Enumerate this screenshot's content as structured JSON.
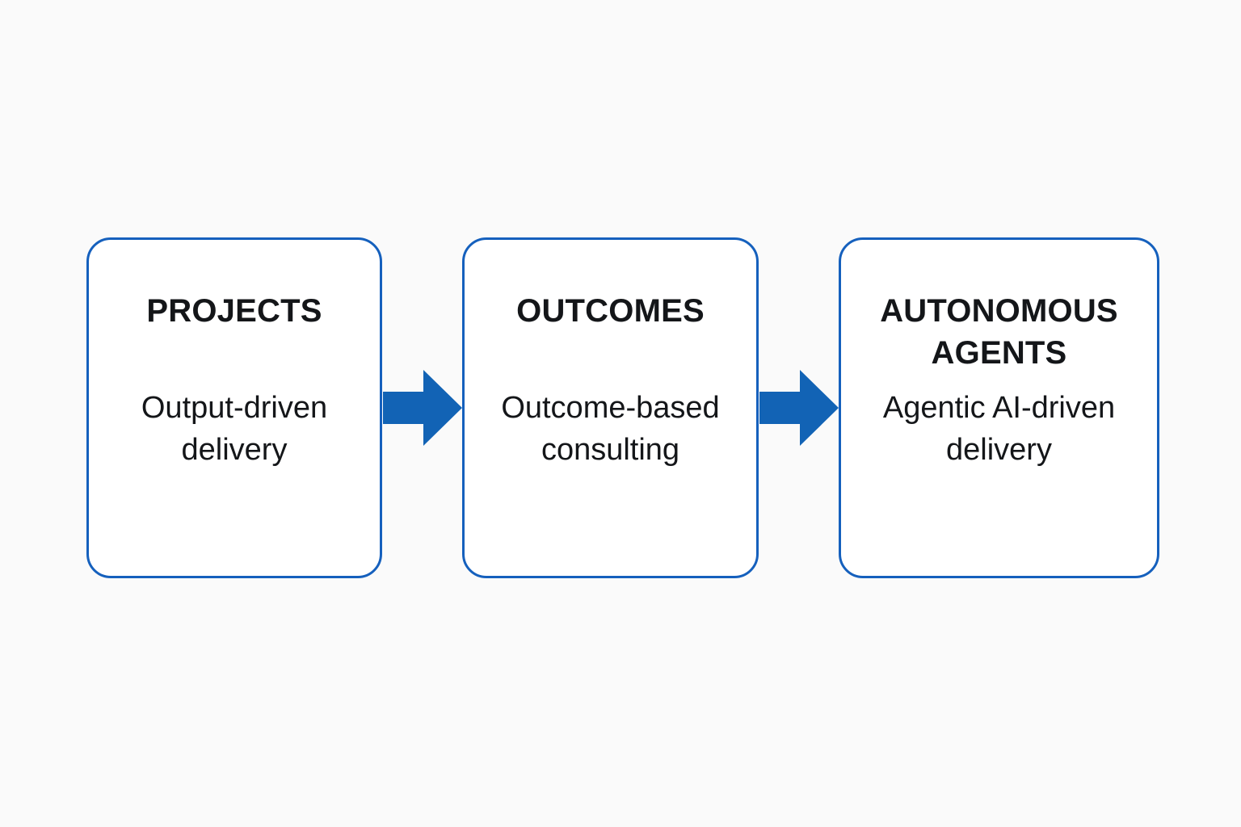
{
  "diagram": {
    "type": "left-to-right-flow",
    "background_color": "#fafafa",
    "accent_color": "#1263b5",
    "border_color": "#1560bd",
    "text_color": "#141619",
    "nodes": [
      {
        "id": "projects",
        "title": "PROJECTS",
        "description": "Output-driven delivery"
      },
      {
        "id": "outcomes",
        "title": "OUTCOMES",
        "description": "Outcome-based consulting"
      },
      {
        "id": "autonomous-agents",
        "title": "AUTONOMOUS AGENTS",
        "description": "Agentic AI-driven delivery"
      }
    ],
    "connectors": [
      {
        "id": "projects-to-outcomes",
        "icon": "right-arrow-icon",
        "direction": "right"
      },
      {
        "id": "outcomes-to-autonomous-agents",
        "icon": "right-arrow-icon",
        "direction": "right"
      }
    ]
  }
}
